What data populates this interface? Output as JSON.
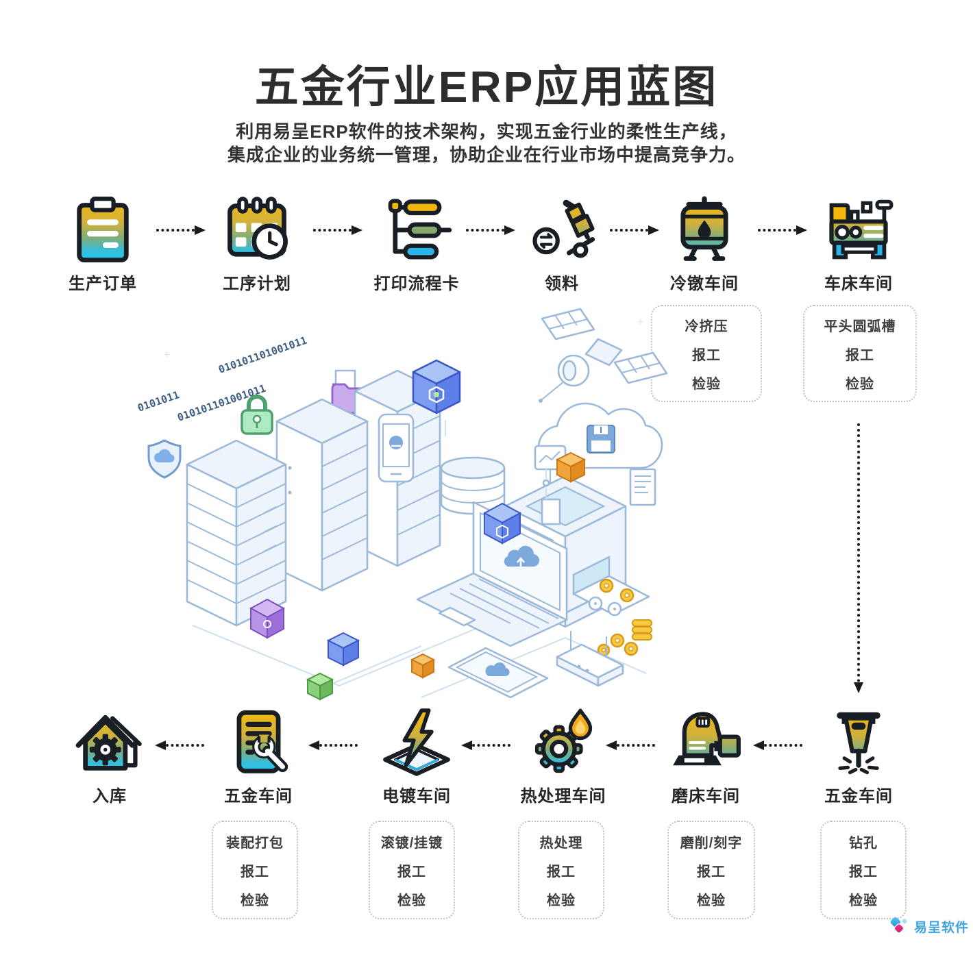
{
  "header": {
    "title": "五金行业ERP应用蓝图",
    "subtitle_line1": "利用易呈ERP软件的技术架构，实现五金行业的柔性生产线，",
    "subtitle_line2": "集成企业的业务统一管理，协助企业在行业市场中提高竞争力。"
  },
  "top_flow": {
    "arrow_direction": "right",
    "stations": [
      {
        "label": "生产订单",
        "icon": "clipboard-icon"
      },
      {
        "label": "工序计划",
        "icon": "calendar-clock-icon"
      },
      {
        "label": "打印流程卡",
        "icon": "flow-card-icon"
      },
      {
        "label": "领料",
        "icon": "hand-truck-icon"
      },
      {
        "label": "冷镦车间",
        "icon": "cold-heading-machine-icon"
      },
      {
        "label": "车床车间",
        "icon": "lathe-machine-icon"
      }
    ],
    "detail_boxes": [
      {
        "under": "冷镦车间",
        "lines": [
          "冷挤压",
          "报工",
          "检验"
        ]
      },
      {
        "under": "车床车间",
        "lines": [
          "平头圆弧槽",
          "报工",
          "检验"
        ]
      }
    ]
  },
  "flow_connector": {
    "from": "车床车间",
    "to": "五金车间",
    "direction": "down"
  },
  "bottom_flow": {
    "arrow_direction": "left",
    "stations": [
      {
        "label": "入库",
        "icon": "warehouse-house-gear-icon"
      },
      {
        "label": "五金车间",
        "icon": "worksheet-wrench-icon"
      },
      {
        "label": "电镀车间",
        "icon": "lightning-plate-icon"
      },
      {
        "label": "热处理车间",
        "icon": "gear-flame-icon"
      },
      {
        "label": "磨床车间",
        "icon": "sander-machine-icon"
      },
      {
        "label": "五金车间",
        "icon": "drill-bit-icon"
      }
    ],
    "detail_boxes": [
      {
        "under": "五金车间",
        "lines": [
          "装配打包",
          "报工",
          "检验"
        ]
      },
      {
        "under": "电镀车间",
        "lines": [
          "滚镀/挂镀",
          "报工",
          "检验"
        ]
      },
      {
        "under": "热处理车间",
        "lines": [
          "热处理",
          "报工",
          "检验"
        ]
      },
      {
        "under": "磨床车间",
        "lines": [
          "磨削/刻字",
          "报工",
          "检验"
        ]
      },
      {
        "under": "五金车间",
        "lines": [
          "钻孔",
          "报工",
          "检验"
        ]
      }
    ]
  },
  "illustration": {
    "binary_strings": [
      "0101011",
      "010101101001011",
      "010101101001011"
    ],
    "elements": [
      "server-racks",
      "satellite",
      "cloud-storage",
      "laptop",
      "smartphone",
      "tablet",
      "router",
      "3d-printer-machine",
      "database",
      "padlock",
      "shield",
      "folder",
      "coins"
    ]
  },
  "logo": {
    "text": "易呈软件"
  },
  "colors": {
    "icon_yellow": "#f2b70a",
    "icon_green": "#84a86d",
    "icon_cyan": "#2ab4ea",
    "icon_outline": "#191d24",
    "label_text": "#262626",
    "box_text": "#3e3e3e",
    "illustration_line": "#9cb9da",
    "logo_text": "#3fa3dc"
  }
}
